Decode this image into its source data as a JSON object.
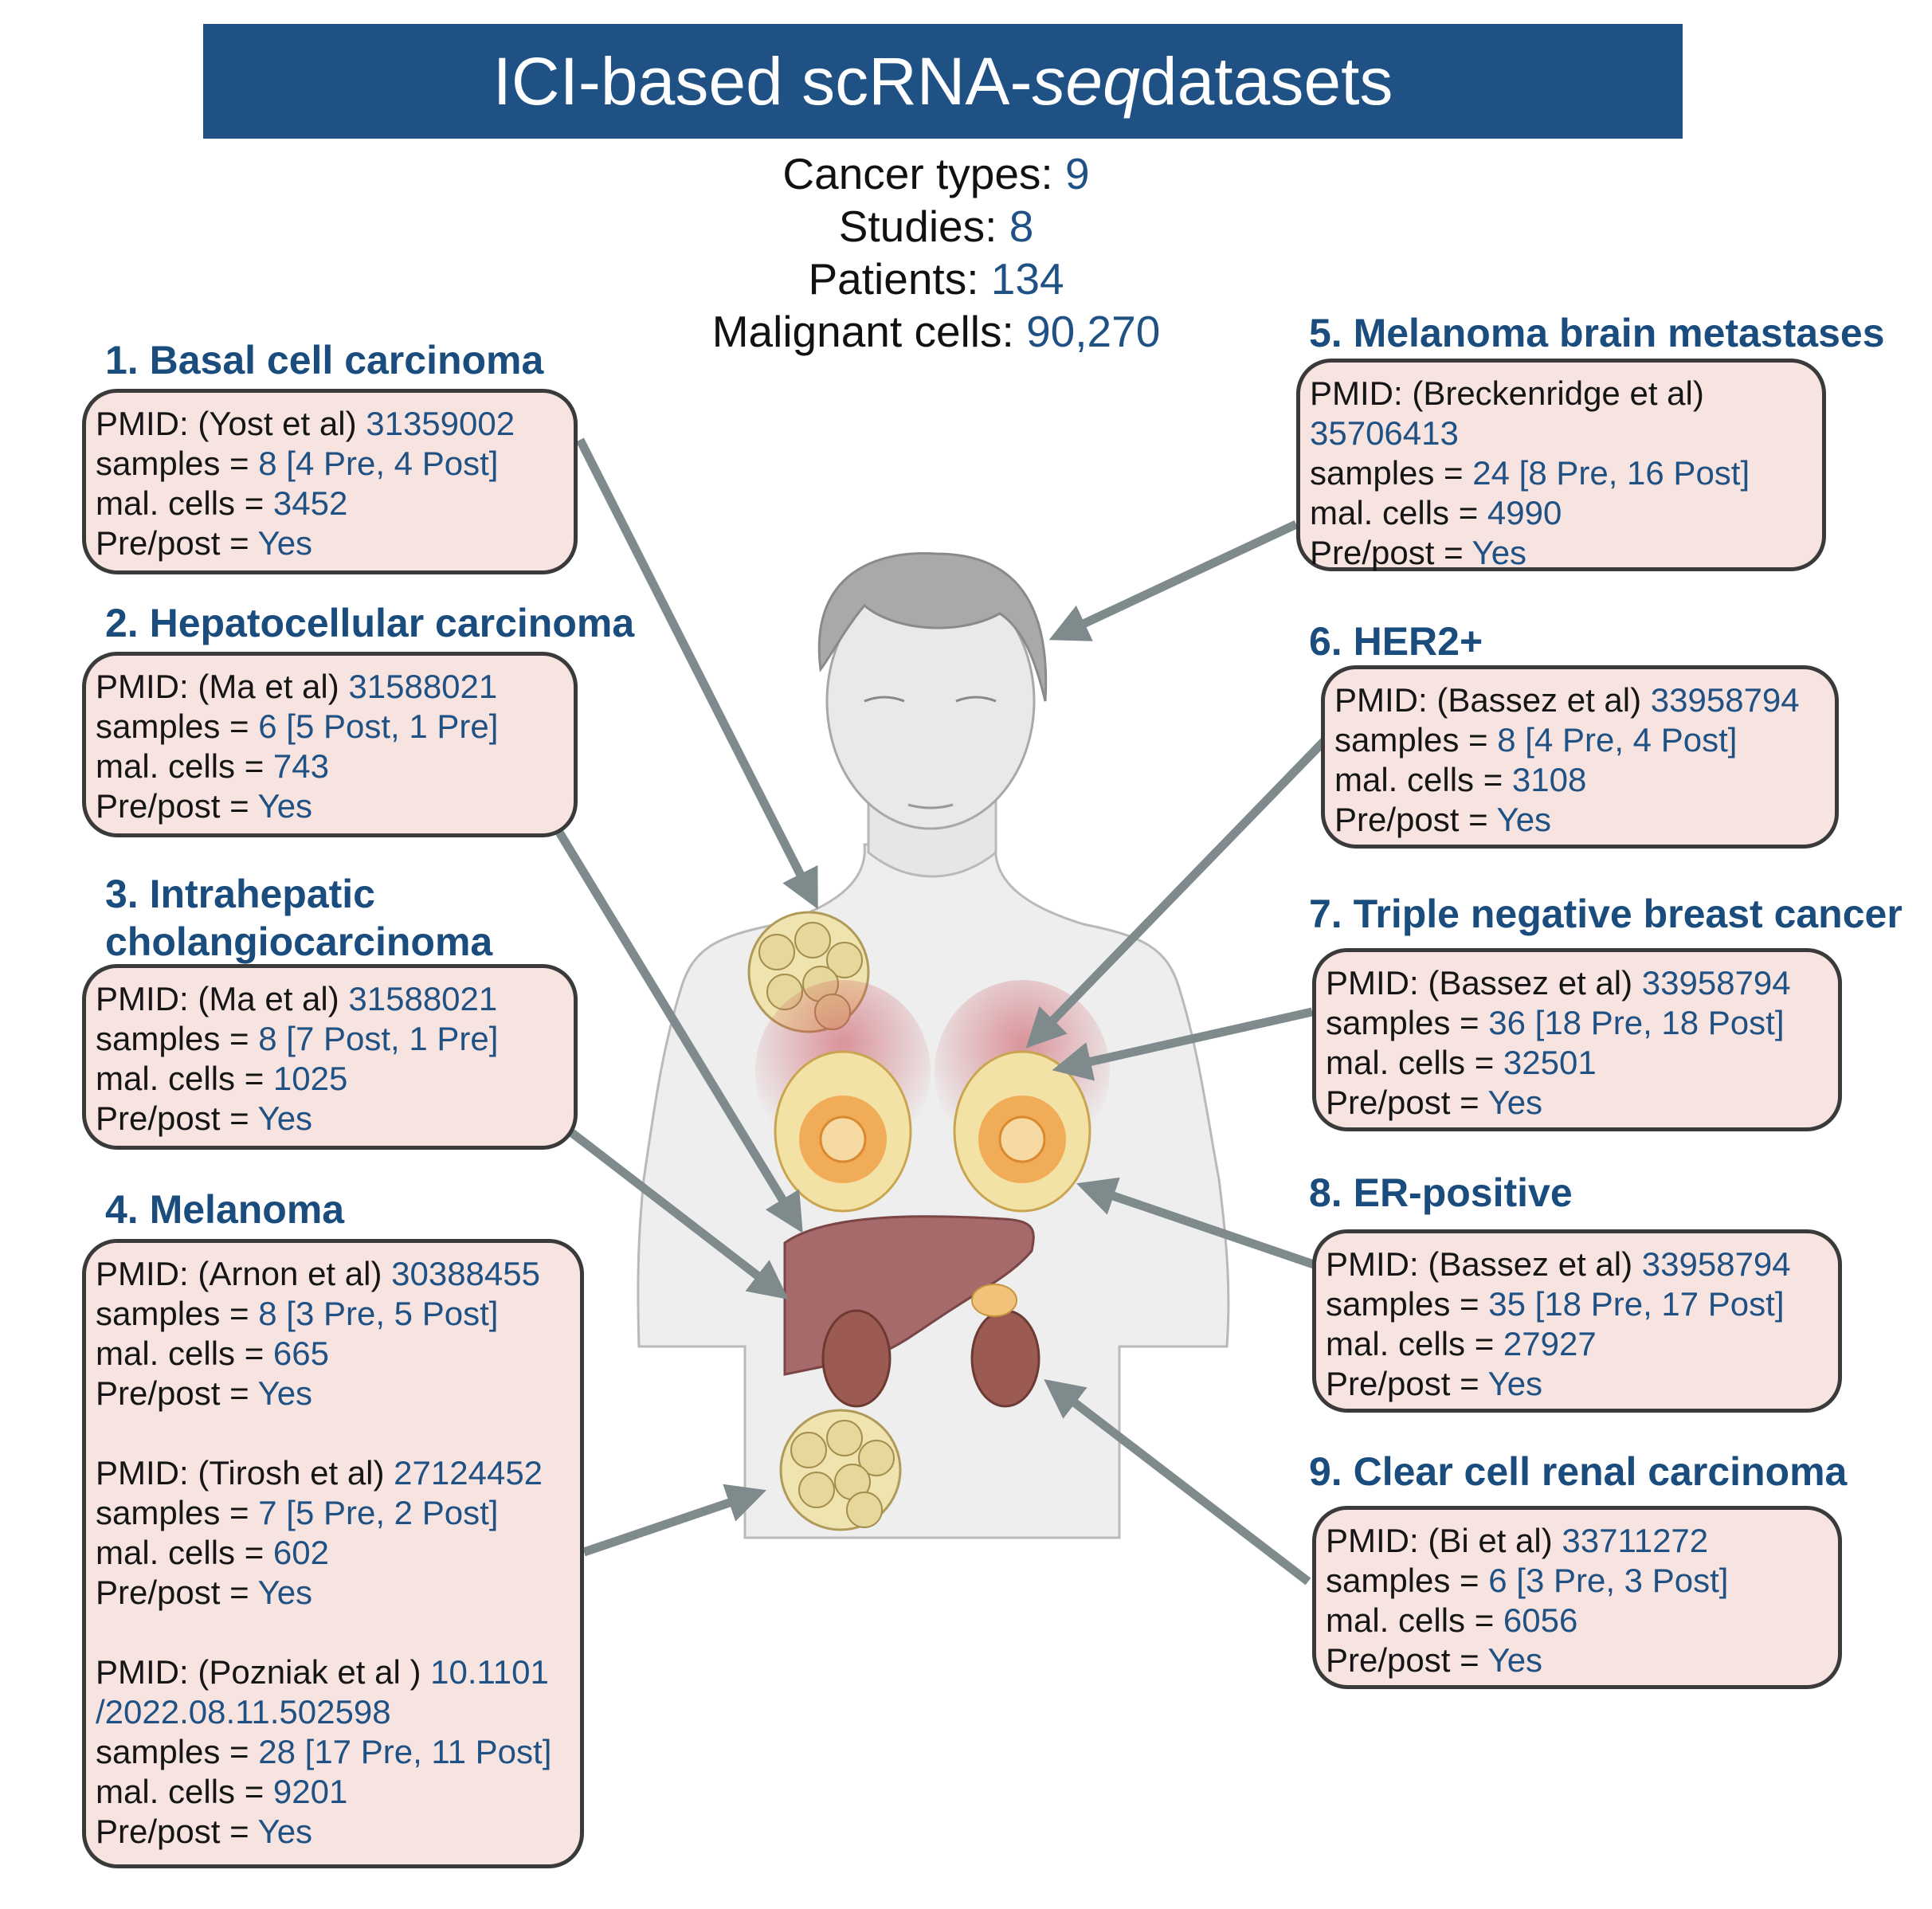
{
  "title": {
    "prefix": "ICI-based scRNA-",
    "italic": "seq",
    "suffix": " datasets"
  },
  "summary": [
    {
      "label": "Cancer types:",
      "value": "9"
    },
    {
      "label": "Studies:",
      "value": "8"
    },
    {
      "label": "Patients:",
      "value": "134"
    },
    {
      "label": "Malignant cells:",
      "value": "90,270"
    }
  ],
  "panels": {
    "p1": {
      "heading": "1. Basal cell carcinoma",
      "entries": [
        {
          "pmid_label": "PMID: (Yost et al)",
          "pmid": "31359002",
          "samples_label": "samples =",
          "samples": "8 [4 Pre, 4 Post]",
          "cells_label": "mal. cells =",
          "cells": "3452",
          "prepost_label": "Pre/post =",
          "prepost": "Yes"
        }
      ]
    },
    "p2": {
      "heading": "2. Hepatocellular carcinoma",
      "entries": [
        {
          "pmid_label": "PMID: (Ma et al)",
          "pmid": "31588021",
          "samples_label": "samples =",
          "samples": "6 [5 Post, 1 Pre]",
          "cells_label": "mal. cells =",
          "cells": "743",
          "prepost_label": "Pre/post =",
          "prepost": "Yes"
        }
      ]
    },
    "p3": {
      "heading": "3. Intrahepatic",
      "heading2": "cholangiocarcinoma",
      "entries": [
        {
          "pmid_label": "PMID: (Ma et al)",
          "pmid": "31588021",
          "samples_label": "samples =",
          "samples": "8 [7 Post, 1 Pre]",
          "cells_label": "mal. cells =",
          "cells": "1025",
          "prepost_label": "Pre/post =",
          "prepost": "Yes"
        }
      ]
    },
    "p4": {
      "heading": "4. Melanoma",
      "entries": [
        {
          "pmid_label": "PMID: (Arnon et al)",
          "pmid": "30388455",
          "samples_label": "samples =",
          "samples": "8 [3 Pre, 5 Post]",
          "cells_label": "mal. cells =",
          "cells": "665",
          "prepost_label": "Pre/post =",
          "prepost": "Yes"
        },
        {
          "pmid_label": "PMID: (Tirosh et al)",
          "pmid": "27124452",
          "samples_label": "samples =",
          "samples": "7 [5 Pre, 2 Post]",
          "cells_label": "mal. cells =",
          "cells": "602",
          "prepost_label": "Pre/post =",
          "prepost": "Yes"
        },
        {
          "pmid_label": "PMID: (Pozniak et al )",
          "pmid": "10.1101",
          "pmid_cont": "/2022.08.11.502598",
          "samples_label": "samples =",
          "samples": "28 [17 Pre, 11 Post]",
          "cells_label": "mal. cells =",
          "cells": "9201",
          "prepost_label": "Pre/post =",
          "prepost": "Yes"
        }
      ]
    },
    "p5": {
      "heading": "5.  Melanoma brain metastases",
      "entries": [
        {
          "pmid_label": "PMID: (Breckenridge et al)",
          "pmid": "35706413",
          "samples_label": "samples =",
          "samples": "24 [8 Pre, 16 Post]",
          "cells_label": "mal. cells =",
          "cells": "4990",
          "prepost_label": "Pre/post =",
          "prepost": "Yes"
        }
      ]
    },
    "p6": {
      "heading": "6.  HER2+",
      "entries": [
        {
          "pmid_label": "PMID: (Bassez et al)",
          "pmid": "33958794",
          "samples_label": "samples =",
          "samples": "8 [4 Pre, 4 Post]",
          "cells_label": "mal. cells =",
          "cells": "3108",
          "prepost_label": "Pre/post =",
          "prepost": "Yes"
        }
      ]
    },
    "p7": {
      "heading": "7.  Triple negative breast cancer",
      "entries": [
        {
          "pmid_label": "PMID: (Bassez et al)",
          "pmid": "33958794",
          "samples_label": "samples =",
          "samples": "36 [18 Pre, 18 Post]",
          "cells_label": "mal. cells =",
          "cells": "32501",
          "prepost_label": "Pre/post =",
          "prepost": "Yes"
        }
      ]
    },
    "p8": {
      "heading": "8.  ER-positive",
      "entries": [
        {
          "pmid_label": "PMID: (Bassez et al)",
          "pmid": "33958794",
          "samples_label": "samples =",
          "samples": "35 [18 Pre, 17 Post]",
          "cells_label": "mal. cells =",
          "cells": "27927",
          "prepost_label": "Pre/post =",
          "prepost": "Yes"
        }
      ]
    },
    "p9": {
      "heading": "9.  Clear cell renal carcinoma",
      "entries": [
        {
          "pmid_label": "PMID: (Bi et al)",
          "pmid": "33711272",
          "samples_label": "samples =",
          "samples": "6 [3 Pre, 3 Post]",
          "cells_label": "mal. cells =",
          "cells": "6056",
          "prepost_label": "Pre/post =",
          "prepost": "Yes"
        }
      ]
    }
  },
  "colors": {
    "banner": "#1f5184",
    "heading": "#1a4c7d",
    "value": "#1f5184",
    "card_fill": "#f7e4e0",
    "card_border": "#3a3a3a",
    "arrow": "#7f8a8c"
  }
}
